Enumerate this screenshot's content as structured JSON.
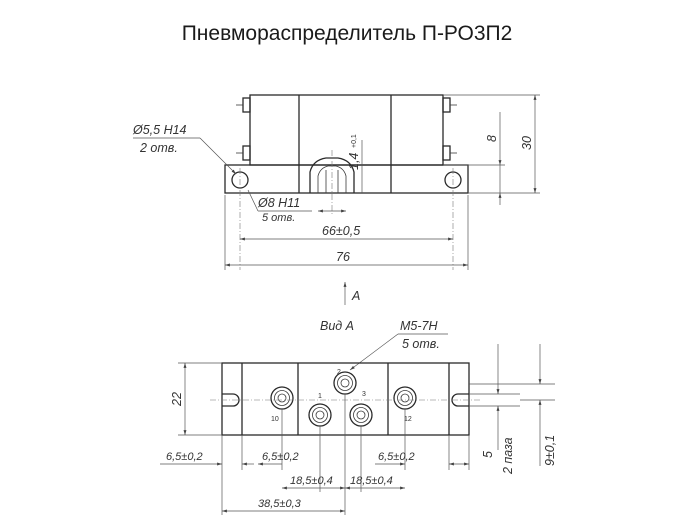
{
  "title": "Пневмораспределитель П-РО3П2",
  "top_view": {
    "hole_mount": "Ø5,5 H14",
    "hole_mount_count": "2 отв.",
    "hole_port": "Ø8 H11",
    "hole_port_count": "5 отв.",
    "dim_inner": "66±0,5",
    "dim_outer": "76",
    "dim_8": "8",
    "dim_30": "30",
    "dim_14": "1,4",
    "dim_14_tol": "+0,1"
  },
  "arrow_label": "А",
  "bottom_view": {
    "view_label": "Вид А",
    "thread": "М5-7Н",
    "thread_count": "5 отв.",
    "dim_22": "22",
    "dim_65_left": "6,5±0,2",
    "dim_65_mid": "6,5±0,2",
    "dim_65_right": "6,5±0,2",
    "dim_185_a": "18,5±0,4",
    "dim_185_b": "18,5±0,4",
    "dim_385": "38,5±0,3",
    "dim_5": "5",
    "dim_2pazy": "2 паза",
    "dim_9": "9±0,1",
    "ports": [
      "1",
      "2",
      "3",
      "10",
      "12"
    ]
  }
}
